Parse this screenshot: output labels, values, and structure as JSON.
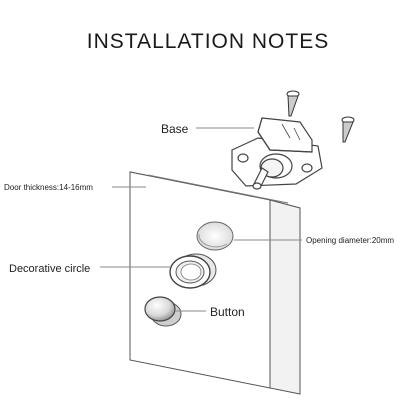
{
  "title": "INSTALLATION NOTES",
  "labels": {
    "base": "Base",
    "door_thickness": "Door thickness:14-16mm",
    "opening_diameter": "Opening diameter:20mm",
    "decorative_circle": "Decorative circle",
    "button": "Button"
  },
  "colors": {
    "line": "#555555",
    "leader": "#888888",
    "panel_fill": "#ffffff"
  }
}
